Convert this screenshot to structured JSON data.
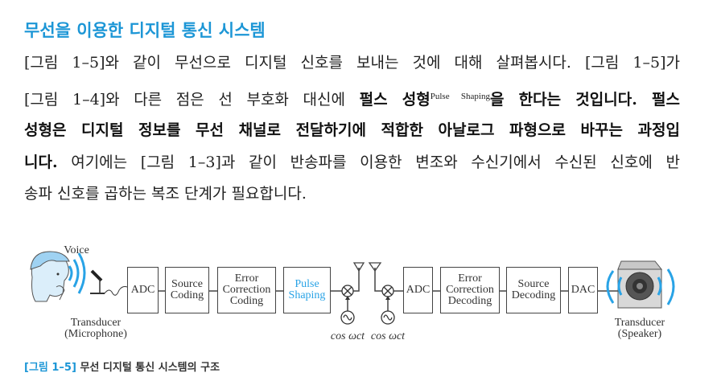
{
  "title": "무선을 이용한 디지털 통신 시스템",
  "paragraph": {
    "l1": "[그림 1–5]와 같이 무선으로 디지털 신호를 보내는 것에 대해 살펴봅시다. [그림 1–5]가",
    "l2a": "[그림 1–4]와 다른 점은 선 부호화 대신에 ",
    "l2b": "펄스 성형",
    "l2sup": "Pulse Shaping",
    "l2c": "을 한다는 것입니다. 펄스",
    "l3": "성형은 디지털 정보를 무선 채널로 전달하기에 적합한 아날로그 파형으로 바꾸는 과정입",
    "l4a": "니다.",
    "l4b": " 여기에는 [그림 1–3]과 같이 반송파를 이용한 변조와 수신기에서 수신된 신호에 반",
    "l5": "송파 신호를 곱하는 복조 단계가 필요합니다."
  },
  "figure": {
    "voice": "Voice",
    "tx_transducer": [
      "Transducer",
      "(Microphone)"
    ],
    "rx_transducer": [
      "Transducer",
      "(Speaker)"
    ],
    "blocks": {
      "adc1": "ADC",
      "source_coding": [
        "Source",
        "Coding"
      ],
      "error_coding": [
        "Error",
        "Correction",
        "Coding"
      ],
      "pulse_shaping": [
        "Pulse",
        "Shaping"
      ],
      "adc2": "ADC",
      "error_decoding": [
        "Error",
        "Correction",
        "Decoding"
      ],
      "source_decoding": [
        "Source",
        "Decoding"
      ],
      "dac": "DAC"
    },
    "osc_label_1": "cos ωct",
    "osc_label_2": "cos ωct",
    "accent_color": "#29a3e6"
  },
  "caption": {
    "number": "[그림 1–5]",
    "text": " 무선 디지털 통신 시스템의 구조"
  }
}
